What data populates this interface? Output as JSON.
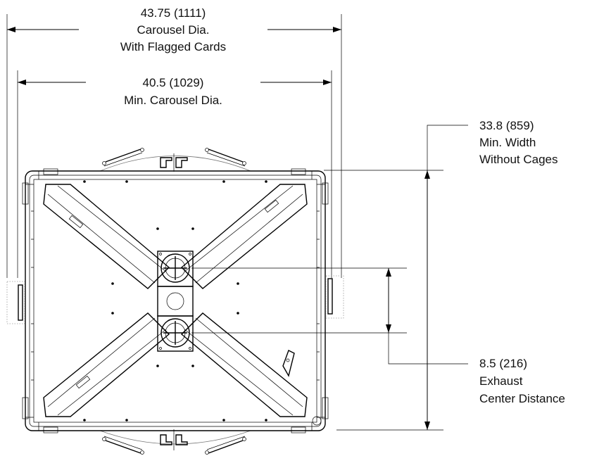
{
  "dimensions": {
    "carousel_flagged": {
      "value": "43.75 (1111)",
      "line1": "Carousel Dia.",
      "line2": "With Flagged Cards"
    },
    "carousel_min": {
      "value": "40.5 (1029)",
      "line1": "Min. Carousel Dia."
    },
    "min_width": {
      "value": "33.8 (859)",
      "line1": "Min. Width",
      "line2": "Without Cages"
    },
    "exhaust": {
      "value": "8.5 (216)",
      "line1": "Exhaust",
      "line2": "Center Distance"
    }
  }
}
